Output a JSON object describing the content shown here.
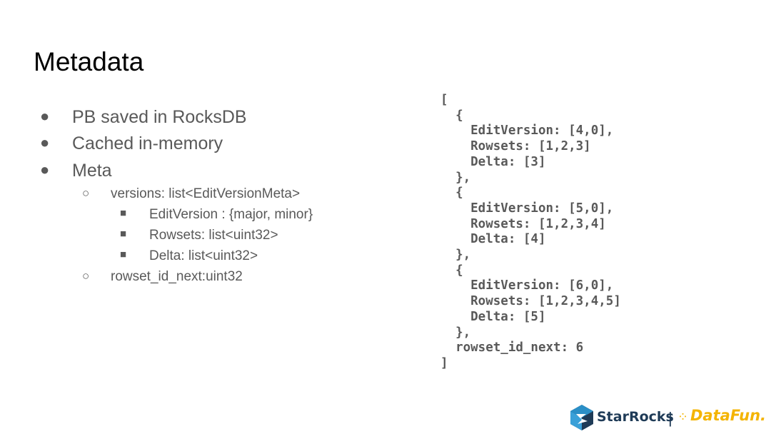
{
  "title": "Metadata",
  "bullets": {
    "level1": [
      "PB saved in RocksDB",
      "Cached in-memory",
      "Meta"
    ],
    "meta_sub": [
      "versions: list<EditVersionMeta>",
      "rowset_id_next:uint32"
    ],
    "versions_sub": [
      "EditVersion : {major, minor}",
      "Rowsets: list<uint32>",
      "Delta: list<uint32>"
    ],
    "markers": {
      "level1": "●",
      "level2": "○",
      "level3": "■"
    }
  },
  "code_lines": [
    "[",
    "  {",
    "    EditVersion: [4,0],",
    "    Rowsets: [1,2,3]",
    "    Delta: [3]",
    "  },",
    "  {",
    "    EditVersion: [5,0],",
    "    Rowsets: [1,2,3,4]",
    "    Delta: [4]",
    "  },",
    "  {",
    "    EditVersion: [6,0],",
    "    Rowsets: [1,2,3,4,5]",
    "    Delta: [5]",
    "  },",
    "  rowset_id_next: 6",
    "]"
  ],
  "logo": {
    "starrocks": "StarRocks",
    "separator": "|",
    "datafun": "DataFun.",
    "colors": {
      "starrocks_blue": "#1f3b57",
      "starrocks_teal": "#2a8fc7",
      "datafun_yellow": "#f4b400"
    }
  },
  "colors": {
    "title": "#000000",
    "body_text": "#595959",
    "background": "#ffffff"
  }
}
